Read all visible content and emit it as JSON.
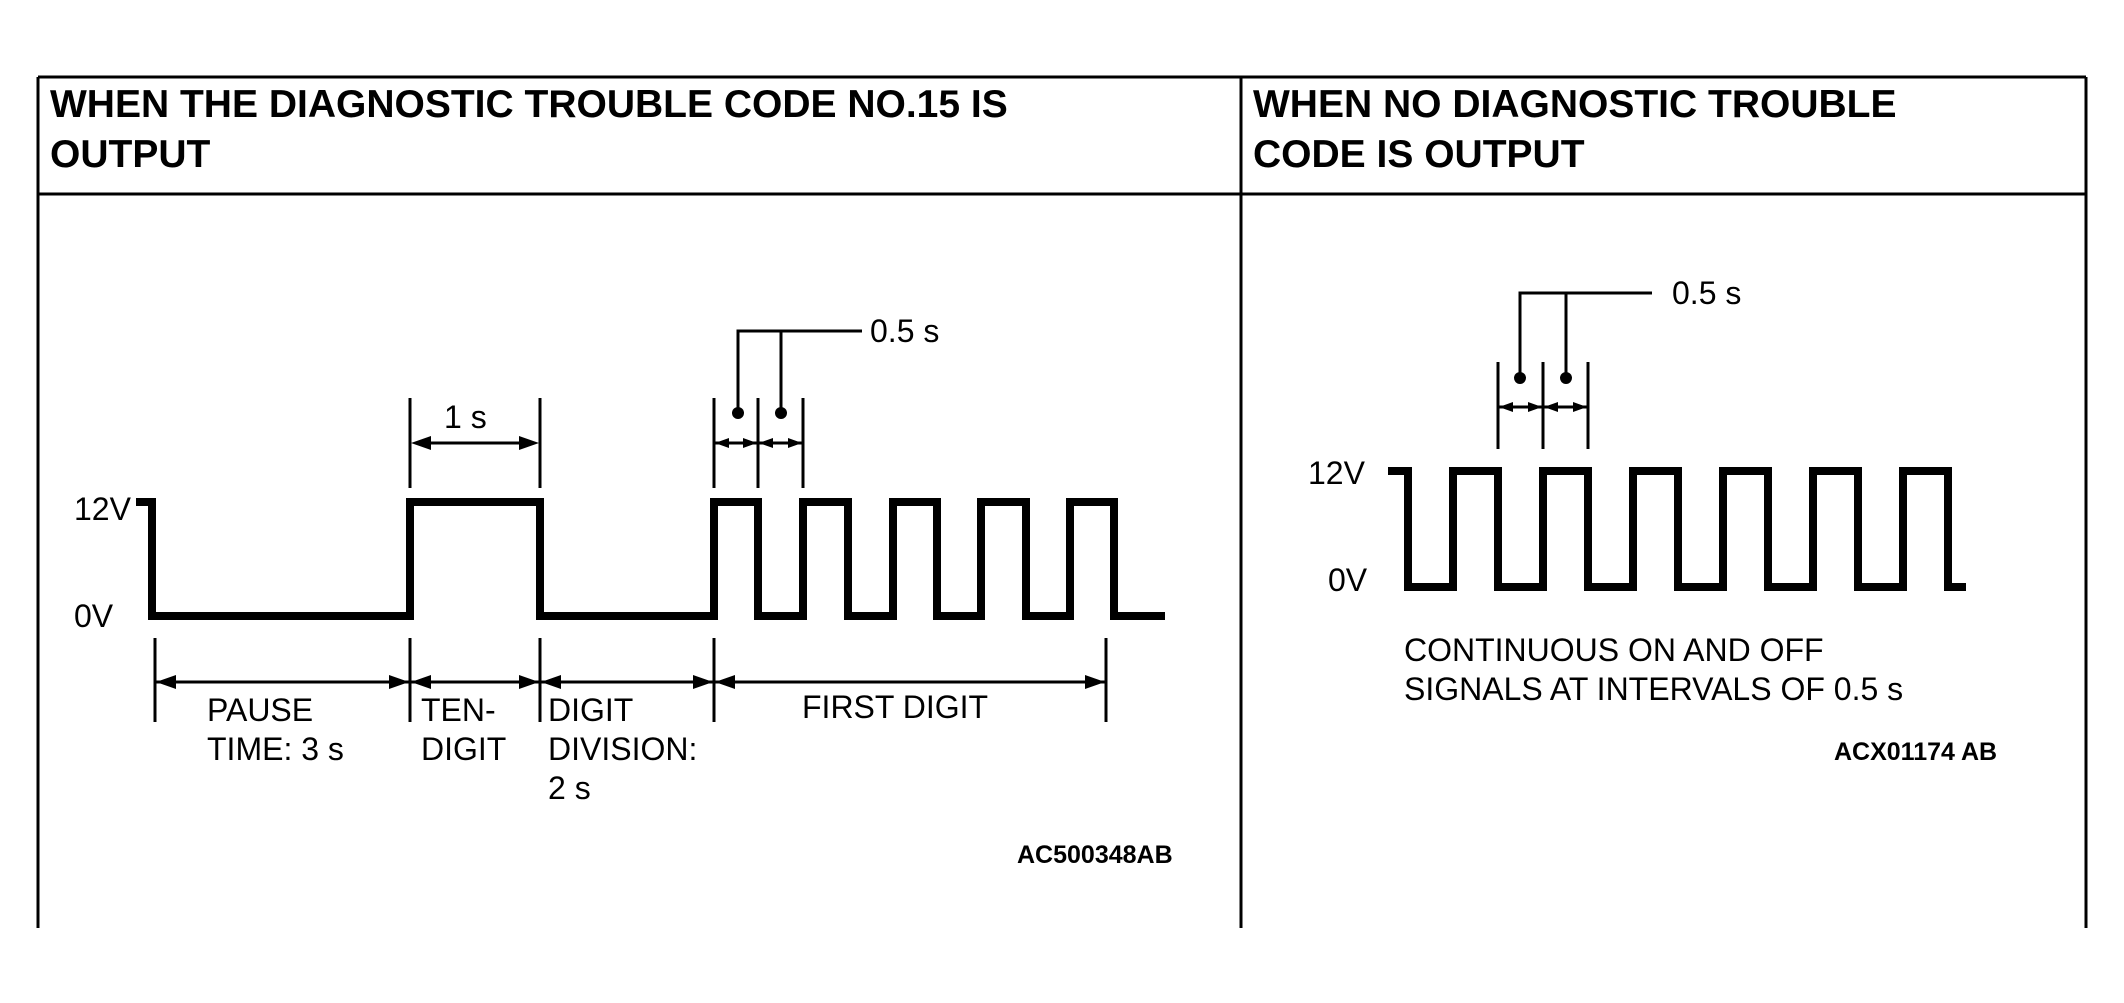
{
  "left_panel": {
    "header_line1": "WHEN THE DIAGNOSTIC TROUBLE CODE NO.15 IS",
    "header_line2": "OUTPUT",
    "y_high": "12V",
    "y_low": "0V",
    "one_second": "1 s",
    "half_second": "0.5 s",
    "pause_line1": "PAUSE",
    "pause_line2": "TIME: 3 s",
    "ten_line1": "TEN-",
    "ten_line2": "DIGIT",
    "division_line1": "DIGIT",
    "division_line2": "DIVISION:",
    "division_line3": "2 s",
    "first_digit": "FIRST DIGIT",
    "code": "AC500348AB"
  },
  "right_panel": {
    "header_line1": "WHEN NO DIAGNOSTIC TROUBLE",
    "header_line2": "CODE IS OUTPUT",
    "y_high": "12V",
    "y_low": "0V",
    "half_second": "0.5 s",
    "caption_line1": "CONTINUOUS ON AND OFF",
    "caption_line2": "SIGNALS AT INTERVALS OF 0.5 s",
    "code": "ACX01174 AB"
  }
}
